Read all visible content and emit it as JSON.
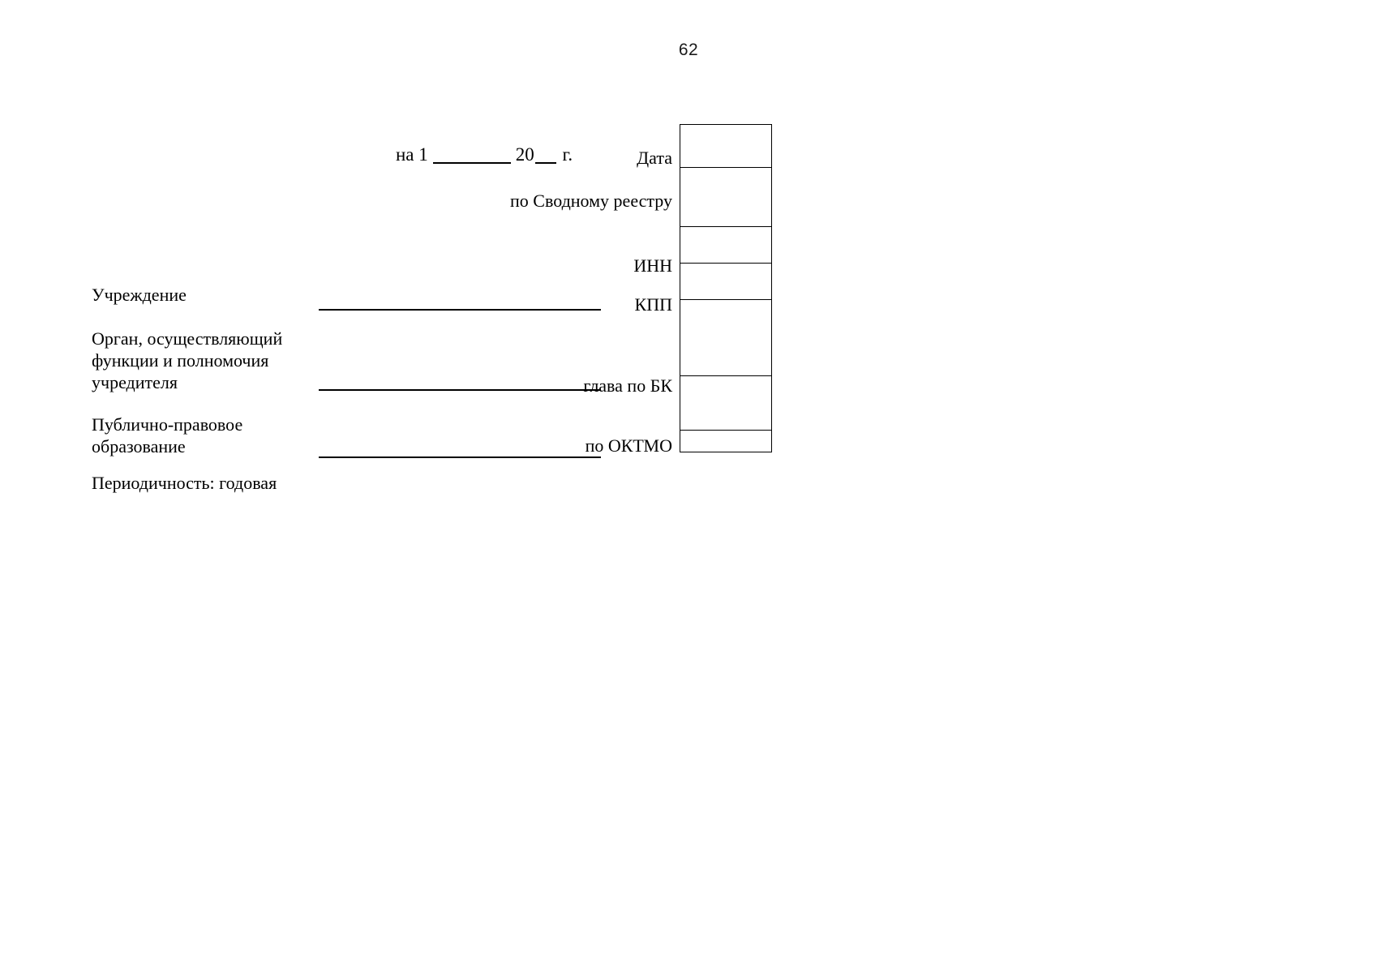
{
  "document": {
    "page_number": "62",
    "date_line": {
      "prefix": "на 1",
      "blank_month": "________",
      "year_prefix": "20",
      "blank_year": "__",
      "suffix": "г."
    },
    "left_labels": {
      "institution": "Учреждение",
      "founder_body": "Орган, осуществляющий функции и полномочия учредителя",
      "public_legal_entity": "Публично-правовое образование",
      "periodicity": "Периодичность: годовая"
    },
    "right_labels": {
      "date": "Дата",
      "consolidated_register": "по Сводному реестру",
      "inn": "ИНН",
      "kpp": "КПП",
      "chapter_bk": "глава по БК",
      "oktmo": "по ОКТМО"
    },
    "code_boxes": [
      {
        "name": "date-box",
        "value": "",
        "height": 53
      },
      {
        "name": "consolidated-register-box",
        "value": "",
        "height": 73
      },
      {
        "name": "inn-box",
        "value": "",
        "height": 45
      },
      {
        "name": "kpp-box",
        "value": "",
        "height": 45
      },
      {
        "name": "chapter-bk-box",
        "value": "",
        "height": 94
      },
      {
        "name": "oktmo-box",
        "value": "",
        "height": 67
      },
      {
        "name": "extra-box",
        "value": "",
        "height": 28
      }
    ],
    "colors": {
      "text": "#000000",
      "border": "#000000",
      "background": "#ffffff"
    }
  }
}
